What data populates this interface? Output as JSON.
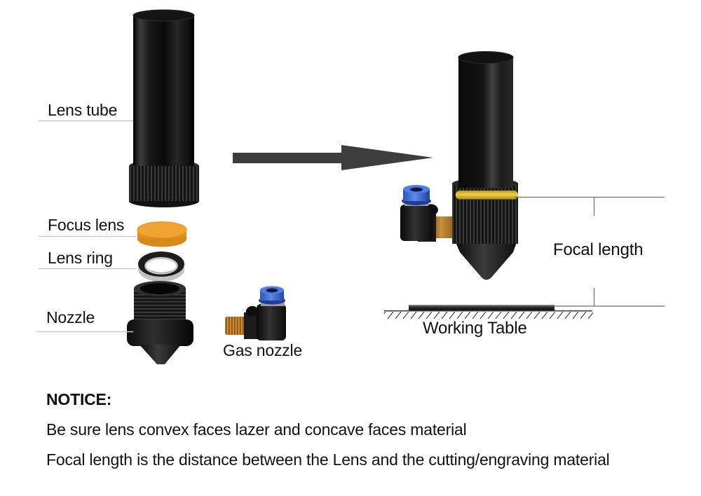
{
  "diagram": {
    "part_labels": {
      "lens_tube": "Lens tube",
      "focus_lens": "Focus lens",
      "lens_ring": "Lens ring",
      "nozzle": "Nozzle",
      "gas_nozzle": "Gas nozzle"
    },
    "annotations": {
      "focal_length": "Focal length",
      "working_table": "Working Table"
    },
    "notice": {
      "title": "NOTICE:",
      "lines": [
        "Be sure lens convex faces lazer and concave faces material",
        "Focal length is the distance between the Lens and the cutting/engraving material"
      ]
    }
  },
  "colors": {
    "lens_orange": "#f0a532",
    "band_yellow": "#e3c23c",
    "fitting_blue": "#4070d8",
    "brass": "#b06a22",
    "part_black": "#1a1a1a",
    "arrow_gray": "#3d3d3d",
    "leader_line_gray": "#c9c9c9",
    "dimension_line_gray": "#6e6e6e",
    "text_black": "#111111"
  }
}
